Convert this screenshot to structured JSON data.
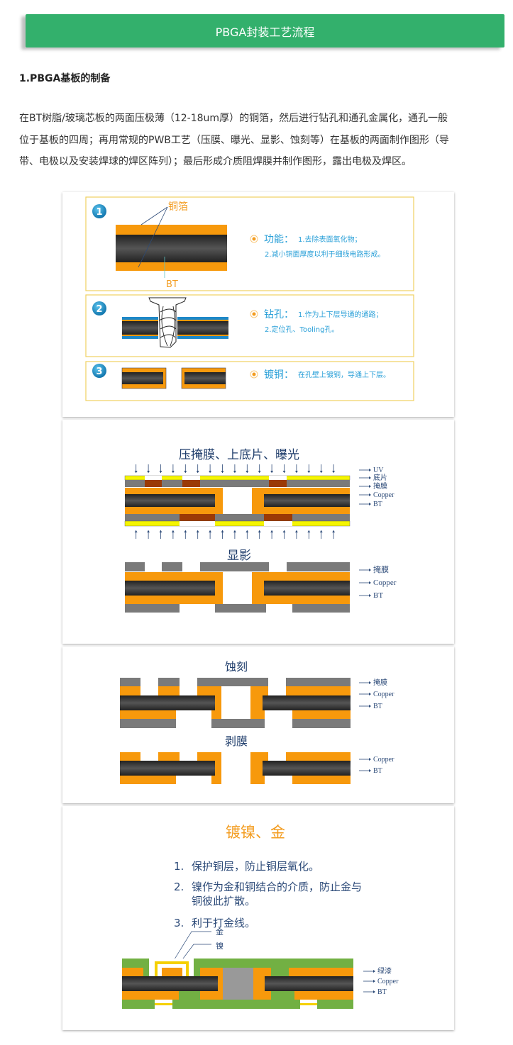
{
  "banner": {
    "title": "PBGA封装工艺流程",
    "color": "#33b06c"
  },
  "section": {
    "heading": "1.PBGA基板的制备",
    "paragraph_lines": [
      "在BT树脂/玻璃芯板的两面压极薄（12-18um厚）的铜箔，然后进行钻孔和通孔金属化，通孔一般",
      "位于基板的四周；再用常规的PWB工艺（压膜、曝光、显影、蚀刻等）在基板的两面制作图形（导",
      "带、电极以及安装焊球的焊区阵列）；最后形成介质阻焊膜并制作图形，露出电极及焊区。"
    ]
  },
  "figure1": {
    "steps": [
      {
        "number": "1",
        "label_top": "铜箔",
        "label_bottom": "BT",
        "title": "功能：",
        "line1": "1.去除表面氧化物；",
        "line2": "2.减小铜面厚度以利于细线电路形成。"
      },
      {
        "number": "2",
        "title": "钻孔：",
        "line1": "1.作为上下层导通的通路；",
        "line2": "2.定位孔、Tooling孔。"
      },
      {
        "number": "3",
        "title": "镀铜：",
        "line1": "在孔壁上镀铜，导通上下层。"
      }
    ]
  },
  "figure2": {
    "title_a": "压掩膜、上底片、曝光",
    "legend_a": [
      "UV",
      "底片",
      "掩膜",
      "Copper",
      "BT"
    ],
    "title_b": "显影",
    "legend_b": [
      "掩膜",
      "Copper",
      "BT"
    ]
  },
  "figure3": {
    "title_a": "蚀刻",
    "legend_a": [
      "掩膜",
      "Copper",
      "BT"
    ],
    "title_b": "剥膜",
    "legend_b": [
      "Copper",
      "BT"
    ]
  },
  "figure4": {
    "title": "镀镍、金",
    "items": [
      {
        "num": "1.",
        "text": "保护铜层，防止铜层氧化。"
      },
      {
        "num": "2.",
        "text": "镍作为金和铜结合的介质，防止金与",
        "text2": "铜彼此扩散。"
      },
      {
        "num": "3.",
        "text": "利于打金线。"
      }
    ],
    "label_gold": "金",
    "label_nickel": "镍",
    "legend": [
      "绿漆",
      "Copper",
      "BT"
    ]
  },
  "colors": {
    "copper": "#f7990c",
    "bt": "#3a3a3a",
    "mask": "#7a7a7a",
    "film": "#9b3a06",
    "uv": "#f5f500",
    "solder_mask": "#72b043",
    "accent_blue": "#2aa0d8"
  }
}
